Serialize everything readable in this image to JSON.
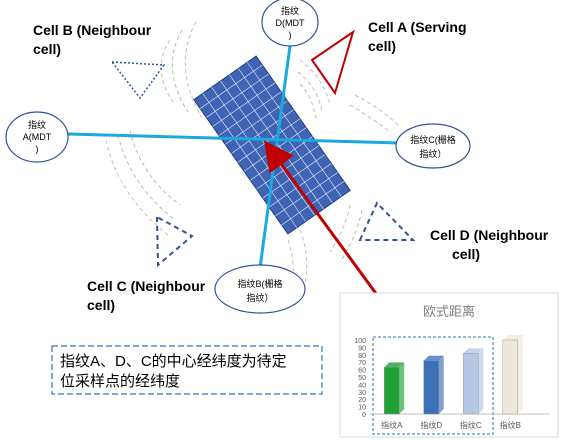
{
  "cells": {
    "a": {
      "line1": "Cell A (Serving",
      "line2": "cell)",
      "color": "#c00000"
    },
    "b": {
      "line1": "Cell B (Neighbour",
      "line2": "cell)",
      "color": "#2e5597"
    },
    "c": {
      "line1": "Cell C (Neighbour",
      "line2": "cell)",
      "color": "#2e5597"
    },
    "d": {
      "line1": "Cell D (Neighbour",
      "line2": "cell)",
      "color": "#2e5597"
    }
  },
  "fingerprints": {
    "a": {
      "line1": "指纹",
      "line2": "A(MDT",
      "line3": ")"
    },
    "d": {
      "line1": "指纹",
      "line2": "D(MDT",
      "line3": ")"
    },
    "c": {
      "line1": "指纹C(栅格",
      "line2": "指纹）"
    },
    "b": {
      "line1": "指纹B(栅格",
      "line2": "指纹）"
    }
  },
  "note": {
    "line1": "指纹A、D、C的中心经纬度为待定",
    "line2": "位采样点的经纬度"
  },
  "colors": {
    "grid": "#3f64b4",
    "lines": "#1aa9e0",
    "arrow": "#c00000"
  },
  "chart_data": {
    "type": "bar",
    "title": "欧式距离",
    "categories": [
      "指纹A",
      "指纹D",
      "指纹C",
      "指纹B"
    ],
    "values": [
      63,
      72,
      82,
      100
    ],
    "colors": [
      "#22a038",
      "#3e70b8",
      "#b4c8e6",
      "#ece8dc"
    ],
    "ylim": [
      0,
      100
    ],
    "yticks": [
      0,
      10,
      20,
      30,
      40,
      50,
      60,
      70,
      80,
      90,
      100
    ],
    "grid": false,
    "legend": "none"
  }
}
